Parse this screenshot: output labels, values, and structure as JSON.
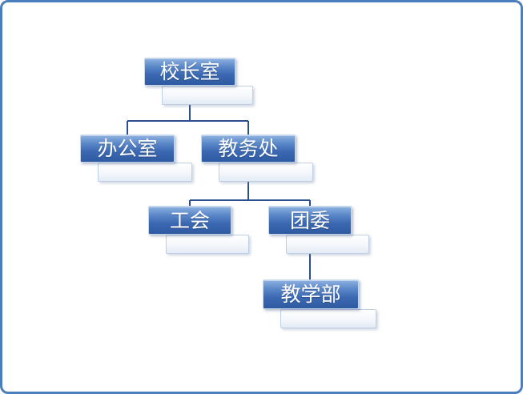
{
  "diagram": {
    "type": "org-chart",
    "nodes": [
      {
        "id": "principal-office",
        "label": "校长室",
        "level": 0,
        "parent": null
      },
      {
        "id": "admin-office",
        "label": "办公室",
        "level": 1,
        "parent": "校长室"
      },
      {
        "id": "academic-affairs",
        "label": "教务处",
        "level": 1,
        "parent": "校长室"
      },
      {
        "id": "labor-union",
        "label": "工会",
        "level": 2,
        "parent": "教务处"
      },
      {
        "id": "youth-league",
        "label": "团委",
        "level": 2,
        "parent": "教务处"
      },
      {
        "id": "teaching-dept",
        "label": "教学部",
        "level": 3,
        "parent": "团委"
      }
    ],
    "edges": [
      [
        "校长室",
        "办公室"
      ],
      [
        "校长室",
        "教务处"
      ],
      [
        "教务处",
        "工会"
      ],
      [
        "教务处",
        "团委"
      ],
      [
        "团委",
        "教学部"
      ]
    ],
    "colors": {
      "node_fill_top": "#8fb2e0",
      "node_fill_bottom": "#2d5aa0",
      "node_border": "#c6d7ec",
      "node_text": "#ffffff",
      "shadow_box_fill": "#ffffff",
      "shadow_box_border": "#bfd0e6",
      "connector": "#2b4f8e",
      "frame_border": "#4a7ebc",
      "background": "#ffffff"
    }
  }
}
